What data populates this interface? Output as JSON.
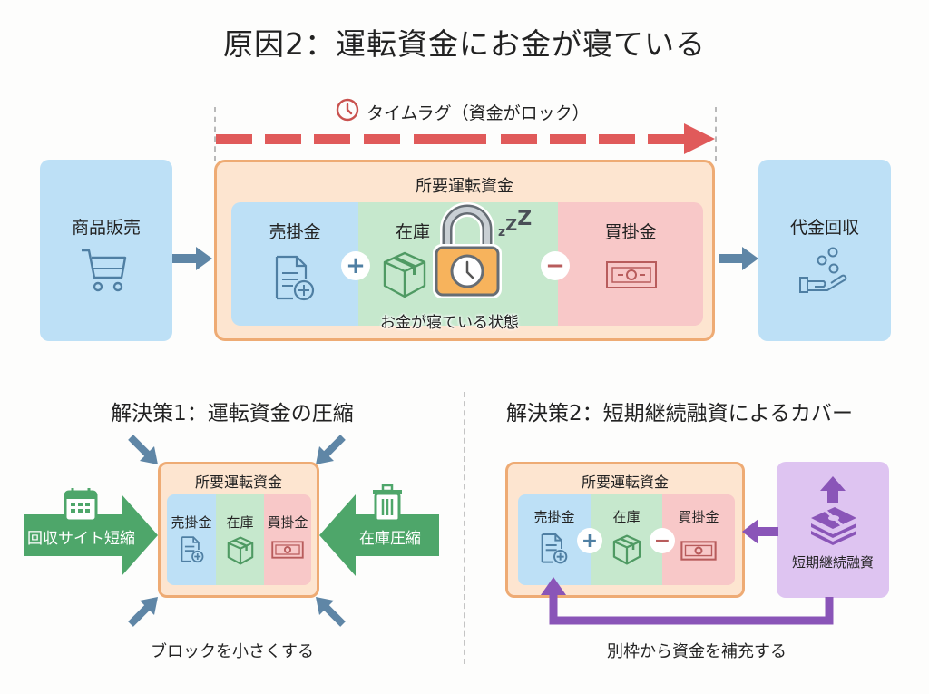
{
  "title": "原因2：運転資金にお金が寝ている",
  "timelag": {
    "label": "タイムラグ（資金がロック）",
    "icon": "clock-icon",
    "arrow_color": "#e05a5a"
  },
  "top_flow": {
    "left_box": {
      "label": "商品販売",
      "icon": "shopping-cart-icon"
    },
    "right_box": {
      "label": "代金回収",
      "icon": "hand-coins-icon"
    },
    "working_capital": {
      "header": "所要運転資金",
      "segments": [
        {
          "label": "売掛金",
          "icon": "invoice-document-icon",
          "color": "#bde0f6"
        },
        {
          "label": "在庫",
          "icon": "box-icon",
          "color": "#c6e8cd"
        },
        {
          "label": "買掛金",
          "icon": "banknote-icon",
          "color": "#f8c8c8"
        }
      ],
      "operators": [
        "+",
        "−"
      ],
      "lock_icon": "padlock-clock-icon",
      "sleep_text": "zZZ",
      "caption": "お金が寝ている状態"
    }
  },
  "solution1": {
    "title": "解決策1：運転資金の圧縮",
    "box_header": "所要運転資金",
    "segments": [
      {
        "label": "売掛金",
        "icon": "invoice-document-icon"
      },
      {
        "label": "在庫",
        "icon": "box-icon"
      },
      {
        "label": "買掛金",
        "icon": "banknote-icon"
      }
    ],
    "left_arrow": {
      "label": "回収サイト短縮",
      "icon": "calendar-icon"
    },
    "right_arrow": {
      "label": "在庫圧縮",
      "icon": "trash-icon"
    },
    "caption": "ブロックを小さくする",
    "accent": "#4ea66a"
  },
  "solution2": {
    "title": "解決策2：短期継続融資によるカバー",
    "box_header": "所要運転資金",
    "segments": [
      {
        "label": "売掛金",
        "icon": "invoice-document-icon"
      },
      {
        "label": "在庫",
        "icon": "box-icon"
      },
      {
        "label": "買掛金",
        "icon": "banknote-icon"
      }
    ],
    "operators": [
      "+",
      "−"
    ],
    "loan": {
      "label": "短期継続融資",
      "icon": "money-stack-up-icon"
    },
    "caption": "別枠から資金を補充する",
    "accent": "#8a55b8"
  }
}
